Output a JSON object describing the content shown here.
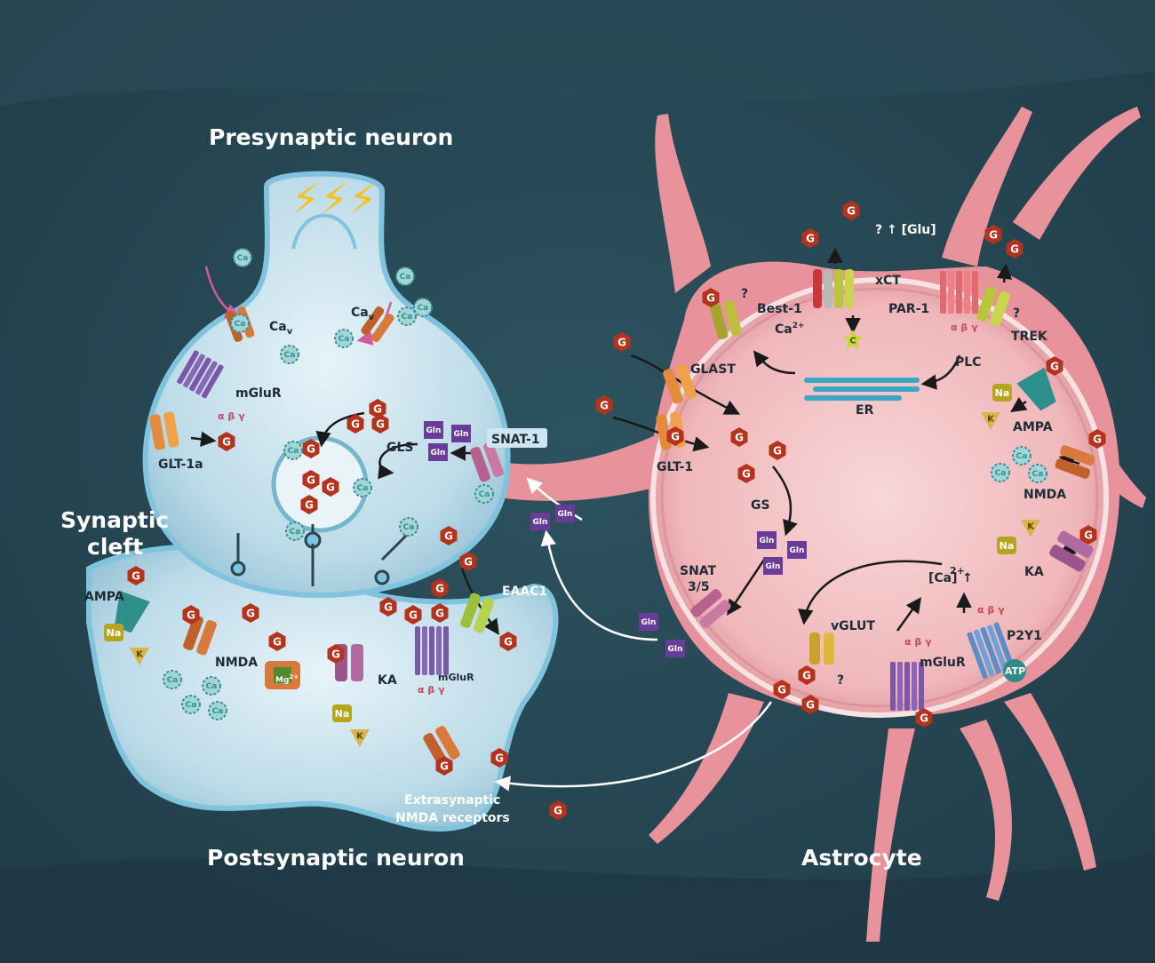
{
  "titles": {
    "presynaptic": "Presynaptic neuron",
    "synaptic_cleft": [
      "Synaptic",
      "cleft"
    ],
    "postsynaptic": "Postsynaptic neuron",
    "astrocyte": "Astrocyte"
  },
  "presynaptic": {
    "cav": "Ca",
    "cav_sub": "v",
    "mglur": "mGluR",
    "abg": "α β γ",
    "glt1a": "GLT-1a",
    "gls": "GLS",
    "snat1": "SNAT-1"
  },
  "postsynaptic": {
    "ampa": "AMPA",
    "nmda": "NMDA",
    "ka": "KA",
    "mglur": "mGluR",
    "abg": "α β γ",
    "eaac1": "EAAC1",
    "mg": "Mg",
    "mg_sup": "2+",
    "extrasynaptic": [
      "Extrasynaptic",
      "NMDA receptors"
    ]
  },
  "astrocyte": {
    "glu_increase": "? ↑ [Glu]",
    "xct": "xCT",
    "best1": "Best-1",
    "ca2": "Ca",
    "ca2_sup": "2+",
    "par1": "PAR-1",
    "abg": "α β γ",
    "trek": "TREK",
    "plc": "PLC",
    "er": "ER",
    "glast": "GLAST",
    "glt1": "GLT-1",
    "gs": "GS",
    "ampa": "AMPA",
    "nmda": "NMDA",
    "ka": "KA",
    "snat35": [
      "SNAT",
      "3/5"
    ],
    "ca_rise": "[Ca]",
    "ca_rise_sup": "2+",
    "vglut": "vGLUT",
    "mglur": "mGluR",
    "p2y1": "P2Y1",
    "atp": "ATP",
    "question": "?"
  },
  "tokens": {
    "glutamate": "G",
    "glutamine": "Gln",
    "calcium": "Ca",
    "sodium": "Na",
    "potassium": "K",
    "cystine": "C",
    "flash": "⚡⚡⚡"
  },
  "colors": {
    "background": "#26434f",
    "neuron": "#cde6f2",
    "neuron_edge": "#7fc3de",
    "astrocyte": "#e8939b",
    "astro_inner": "#f3c5c7",
    "glutamate": "#b5321c",
    "glutamine": "#6a3c9a",
    "calcium": "#3b8e95"
  }
}
